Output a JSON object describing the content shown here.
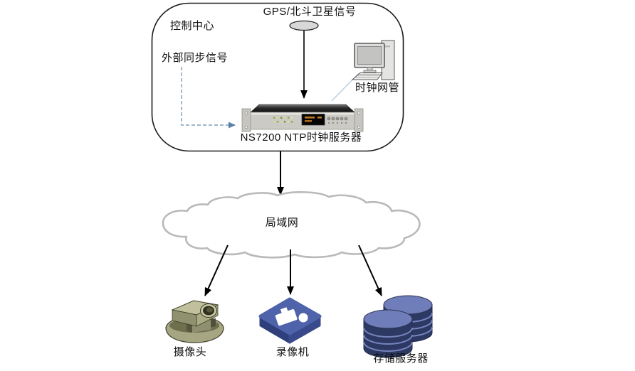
{
  "control_center": {
    "box_label": "控制中心",
    "gps_signal_label": "GPS/北斗卫星信号",
    "external_sync_label": "外部同步信号",
    "clock_nms_label": "时钟网管",
    "ntp_server_label": "NS7200 NTP时钟服务器"
  },
  "network": {
    "lan_label": "局域网"
  },
  "devices": [
    {
      "label": "摄像头"
    },
    {
      "label": "录像机"
    },
    {
      "label": "存储服务器"
    }
  ],
  "colors": {
    "background": "#ffffff",
    "text": "#111111",
    "box_border": "#1a1a1a",
    "arrow_black": "#000000",
    "dashed_sync_line": "#7f9db9",
    "dashed_sync_arrowhead": "#5b82a6",
    "cloud_outline": "#b9b9b9",
    "cloud_fill": "#ffffff",
    "server_body": "#cbcac5",
    "server_top": "#3a3a3a",
    "server_display": "#050505",
    "server_display_text": "#c27a1e",
    "computer_gray": "#dcdcda",
    "nms_link_line": "#a9c0d4",
    "camera_body": "#a6a782",
    "camera_dark": "#6e6f4d",
    "recorder_top": "#4e63aa",
    "recorder_side": "#2f3f7b",
    "storage_top": "#6f7eba",
    "storage_body": "#2d3963"
  }
}
